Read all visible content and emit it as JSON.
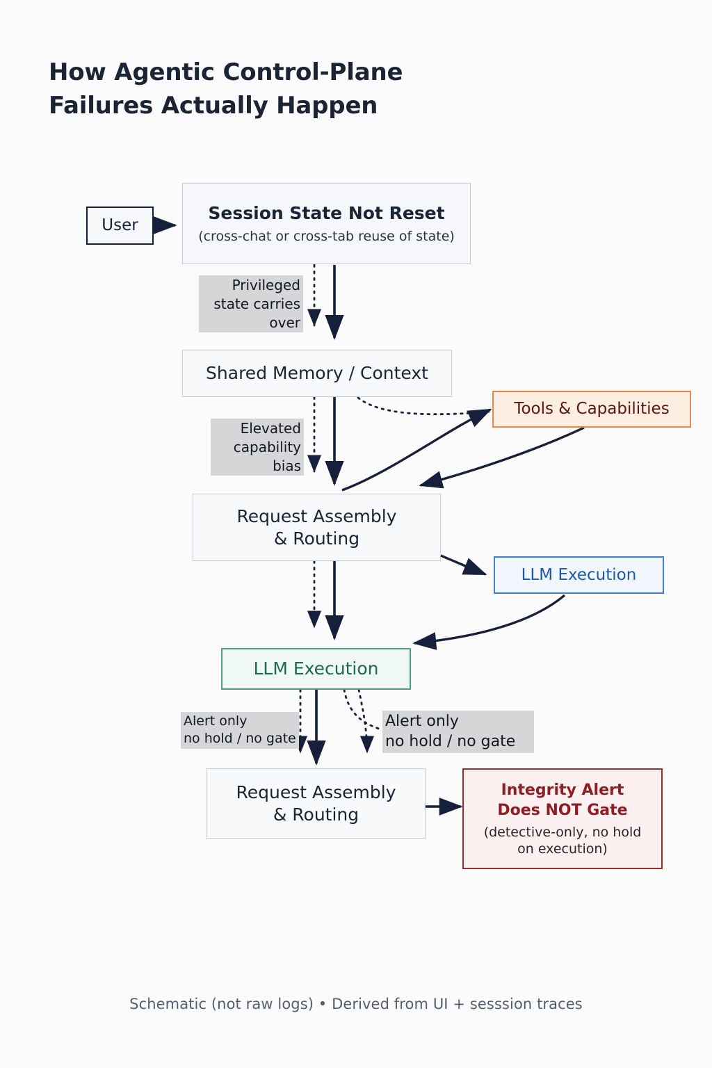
{
  "page": {
    "title": "How Agentic Control-Plane\nFailures Actually Happen",
    "footer": "Schematic (not raw logs) • Derived from UI +  sesssion traces",
    "background_color": "#fbfbfc",
    "title_color": "#1b2435",
    "footer_color": "#545d6e"
  },
  "nodes": {
    "user": {
      "label": "User",
      "border_color": "#17203a",
      "fill_color": "#f7f8fa"
    },
    "session_state": {
      "title": "Session State Not Reset",
      "subtitle": "(cross-chat or cross-tab reuse of state)",
      "border_color": "#c3cbd9",
      "fill_color": "#f5f7fa"
    },
    "shared_memory": {
      "title": "Shared Memory / Context",
      "border_color": "#c3cbd9",
      "fill_color": "#f7f9fb"
    },
    "request_assembly_top": {
      "title": "Request Assembly\n& Routing",
      "border_color": "#c3cbd9",
      "fill_color": "#f7f9fb"
    },
    "tools_capabilities": {
      "title": "Tools & Capabilities",
      "border_color": "#e8884a",
      "fill_color": "#fdeee2",
      "text_color": "#5c1616"
    },
    "llm_execution_blue": {
      "title": "LLM Execution",
      "border_color": "#3f7fd4",
      "fill_color": "#f1f6fc",
      "text_color": "#1c5aa8"
    },
    "llm_execution_green": {
      "title": "LLM Execution",
      "border_color": "#4e9c86",
      "fill_color": "#eff8f4",
      "text_color": "#1d6a4c"
    },
    "request_assembly_bottom": {
      "title": "Request Assembly\n& Routing",
      "border_color": "#c3cbd9",
      "fill_color": "#f7f9fb"
    },
    "integrity_alert": {
      "title": "Integrity Alert\nDoes NOT Gate",
      "subtitle": "(detective-only, no hold\non execution)",
      "border_color": "#a32a2a",
      "fill_color": "#fdf0f0",
      "text_color": "#8f1d22"
    }
  },
  "edge_labels": {
    "privileged_state": "Privileged\nstate carries\nover",
    "elevated_capability": "Elevated\ncapability\nbias",
    "alert_only_left": "Alert only\nno hold / no gate",
    "alert_only_right": "Alert only\nno hold / no gate"
  }
}
